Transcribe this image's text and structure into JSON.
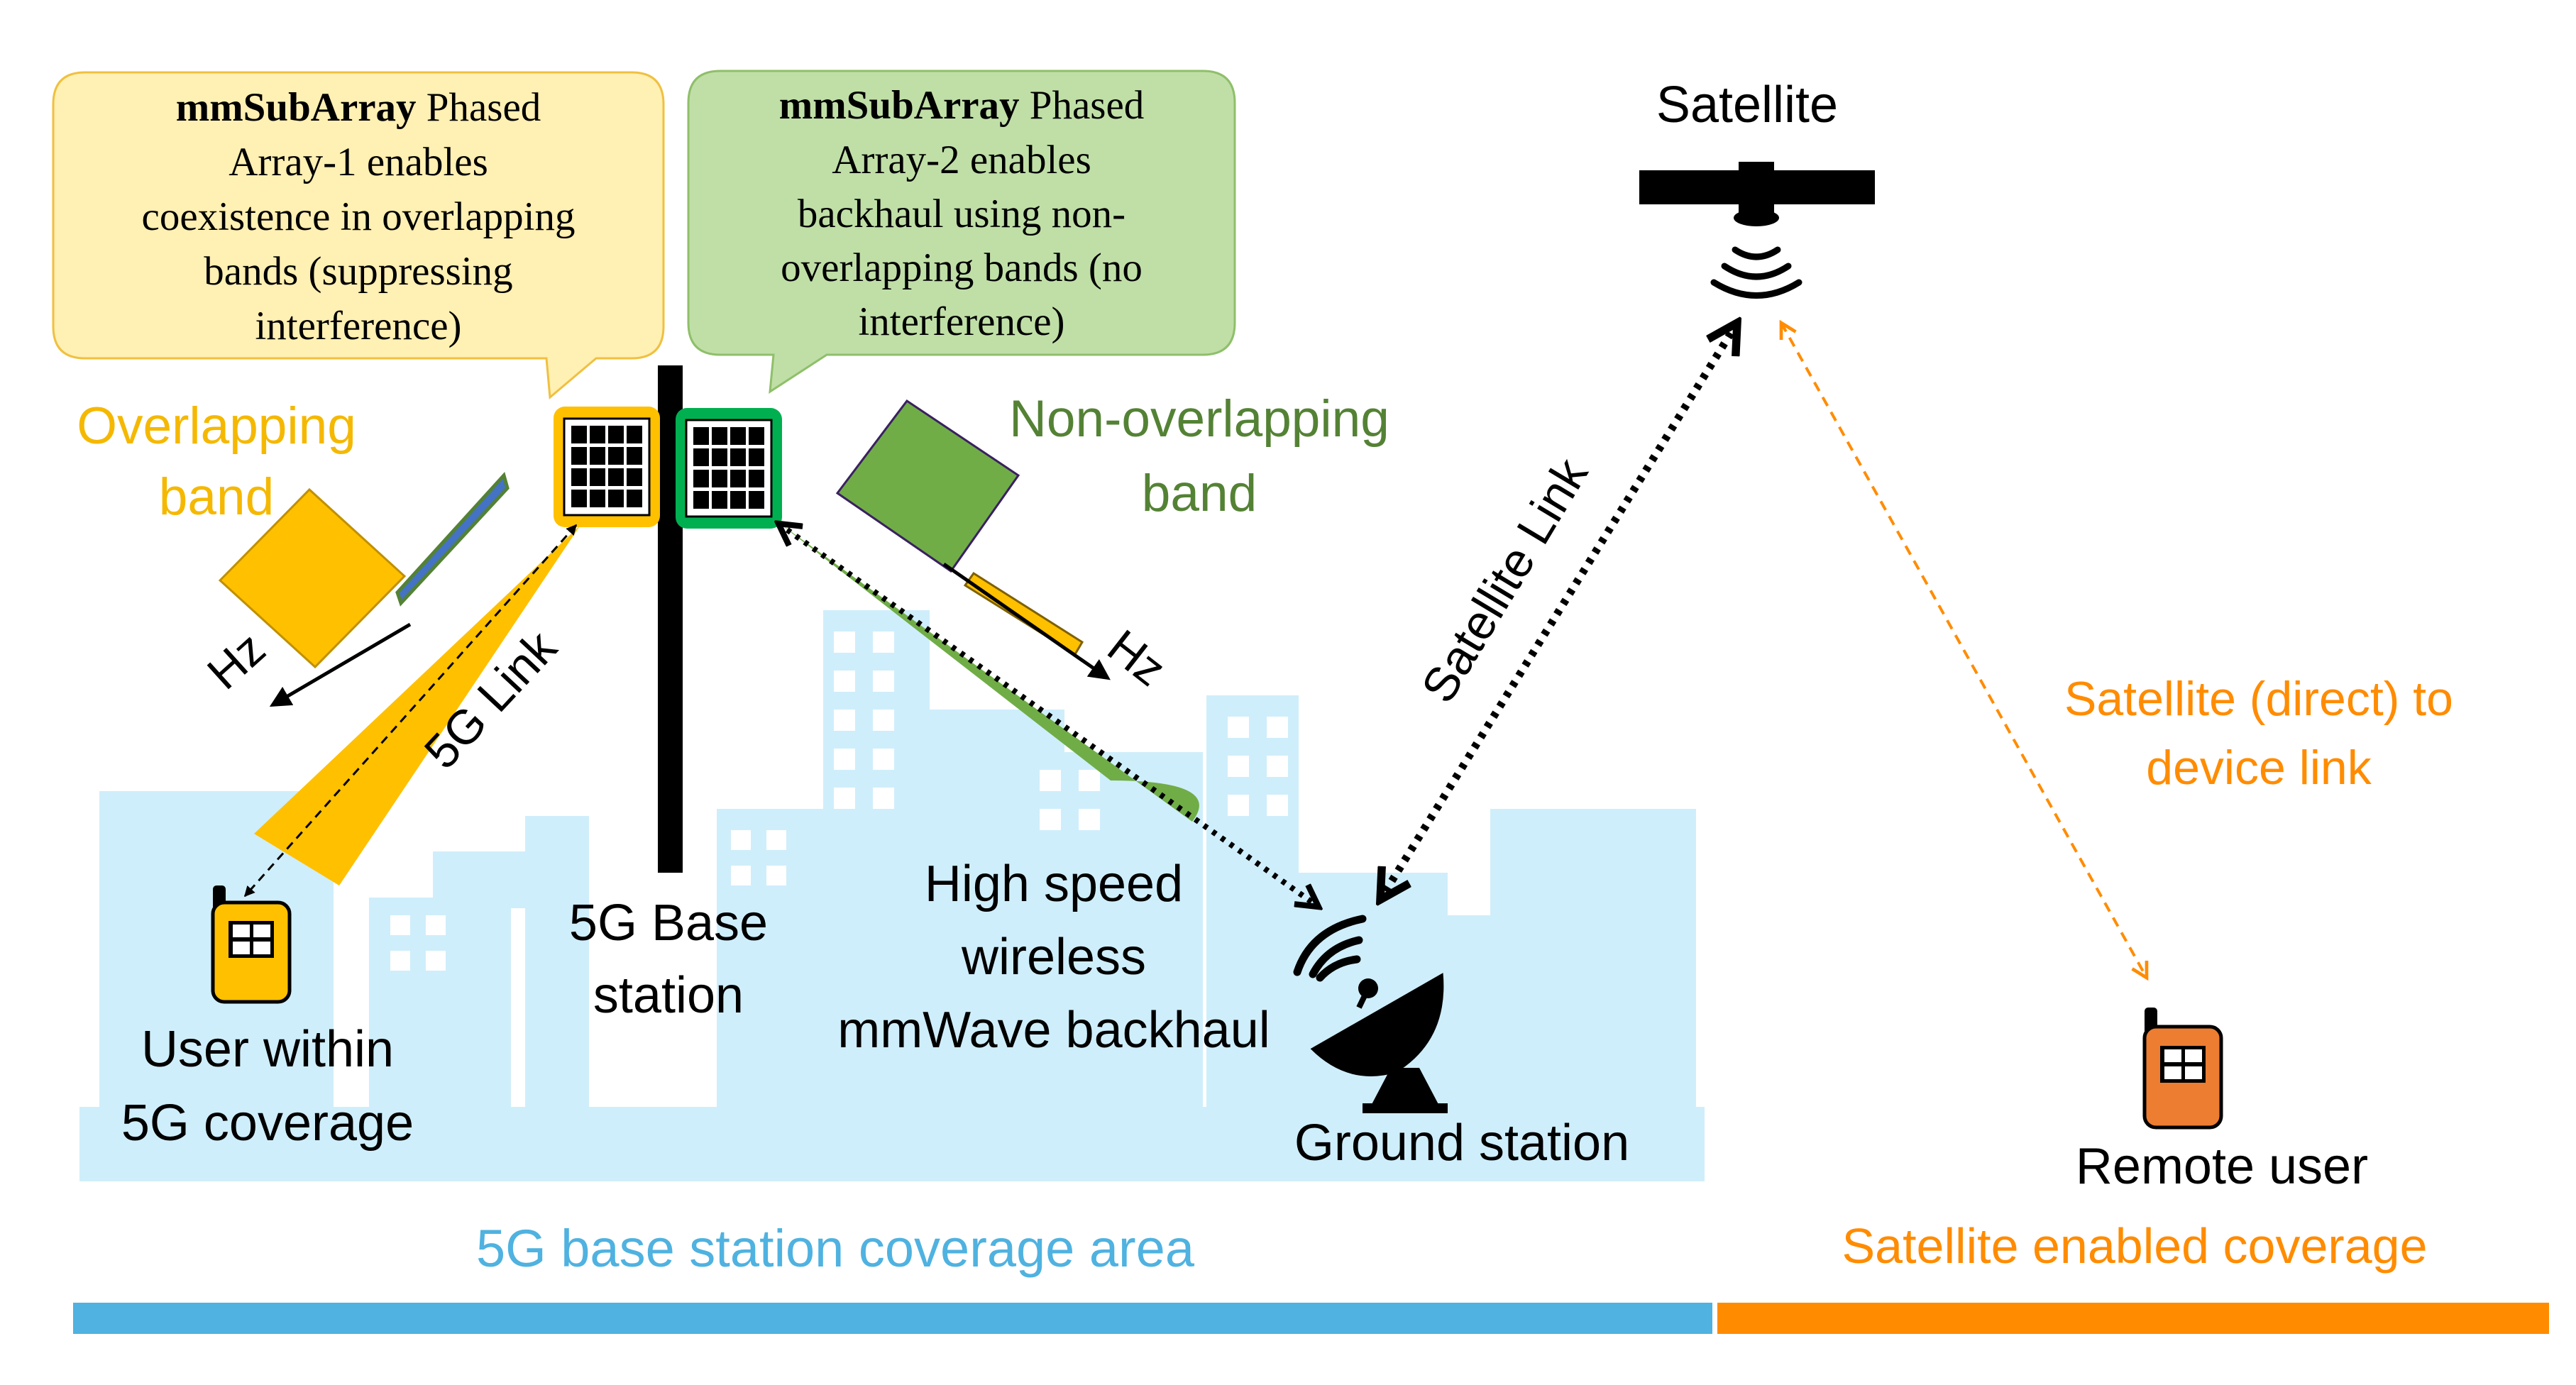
{
  "callouts": {
    "array1": {
      "bold": "mmSubArray",
      "lines": [
        " Phased",
        "Array-1 enables",
        "coexistence in overlapping",
        "bands (suppressing",
        "interference)"
      ]
    },
    "array2": {
      "bold": "mmSubArray",
      "lines": [
        " Phased",
        "Array-2 enables",
        "backhaul using non-",
        "overlapping bands (no",
        "interference)"
      ]
    }
  },
  "labels": {
    "overlapping_band": [
      "Overlapping",
      "band"
    ],
    "non_overlapping_band": [
      "Non-overlapping",
      "band"
    ],
    "hz_left": "Hz",
    "hz_right": "Hz",
    "link_5g": "5G Link",
    "satellite_link": "Satellite Link",
    "satellite": "Satellite",
    "direct_link": [
      "Satellite (direct) to",
      "device link"
    ],
    "base_station": [
      "5G Base",
      "station"
    ],
    "backhaul": [
      "High speed",
      "wireless",
      "mmWave backhaul"
    ],
    "user": [
      "User within",
      "5G coverage"
    ],
    "ground_station": "Ground station",
    "remote_user": "Remote user",
    "coverage_5g": "5G base station coverage area",
    "coverage_satellite": "Satellite enabled coverage"
  },
  "colors": {
    "yellow": "#FFC000",
    "green": "#70AD47",
    "green_array": "#00B050",
    "callout_yellow": "#FFF0B3",
    "callout_green": "#C0DFA7",
    "city": "#CFEEFB",
    "blue_bar": "#4FB2E0",
    "orange": "#FF8C00",
    "orange_phone": "#ED7D31",
    "label_yellow": "#F5B800",
    "label_green": "#548235"
  },
  "icons": [
    "satellite-icon",
    "signal-waves-icon",
    "antenna-grid-icon",
    "phone-icon",
    "satellite-dish-icon"
  ]
}
